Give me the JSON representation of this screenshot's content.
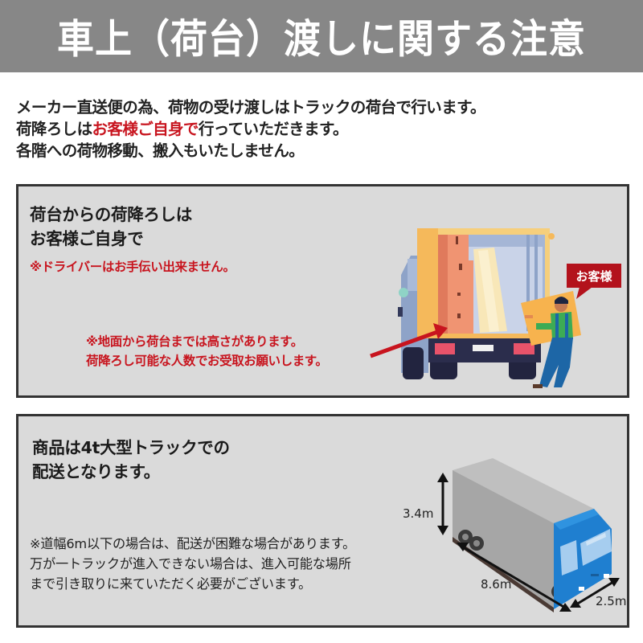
{
  "header": {
    "title": "車上（荷台）渡しに関する注意",
    "bg_color": "#878787"
  },
  "intro": {
    "line1": "メーカー直送便の為、荷物の受け渡しはトラックの荷台で行います。",
    "line2_prefix": "荷降ろしは",
    "line2_highlight": "お客様ご自身で",
    "line2_suffix": "行っていただきます。",
    "line3": "各階への荷物移動、搬入もいたしません。"
  },
  "box1": {
    "heading_line1": "荷台からの荷降ろしは",
    "heading_line2": "お客様ご自身で",
    "driver_note": "※ドライバーはお手伝い出来ません。",
    "height_note_line1": "※地面から荷台までは高さがあります。",
    "height_note_line2": "荷降ろし可能な人数でお受取お願いします。",
    "customer_badge": "お客様",
    "illustration": "truck-unloading-illustration"
  },
  "box2": {
    "heading_line1": "商品は4t大型トラックでの",
    "heading_line2": "配送となります。",
    "road_note_line1": "※道幅6m以下の場合は、配送が困難な場合があります。",
    "road_note_line2": "万が一トラックが進入できない場合は、進入可能な場所",
    "road_note_line3": "まで引き取りに来ていただく必要がございます。",
    "dimensions": {
      "height": "3.4m",
      "length": "8.6m",
      "width": "2.5m"
    },
    "illustration": "4t-truck-illustration"
  },
  "colors": {
    "accent_red": "#c8141e",
    "box_bg": "#dadada",
    "box_border": "#333333",
    "truck_blue": "#1f7fd0",
    "cargo_gray": "#a9a9a9"
  }
}
